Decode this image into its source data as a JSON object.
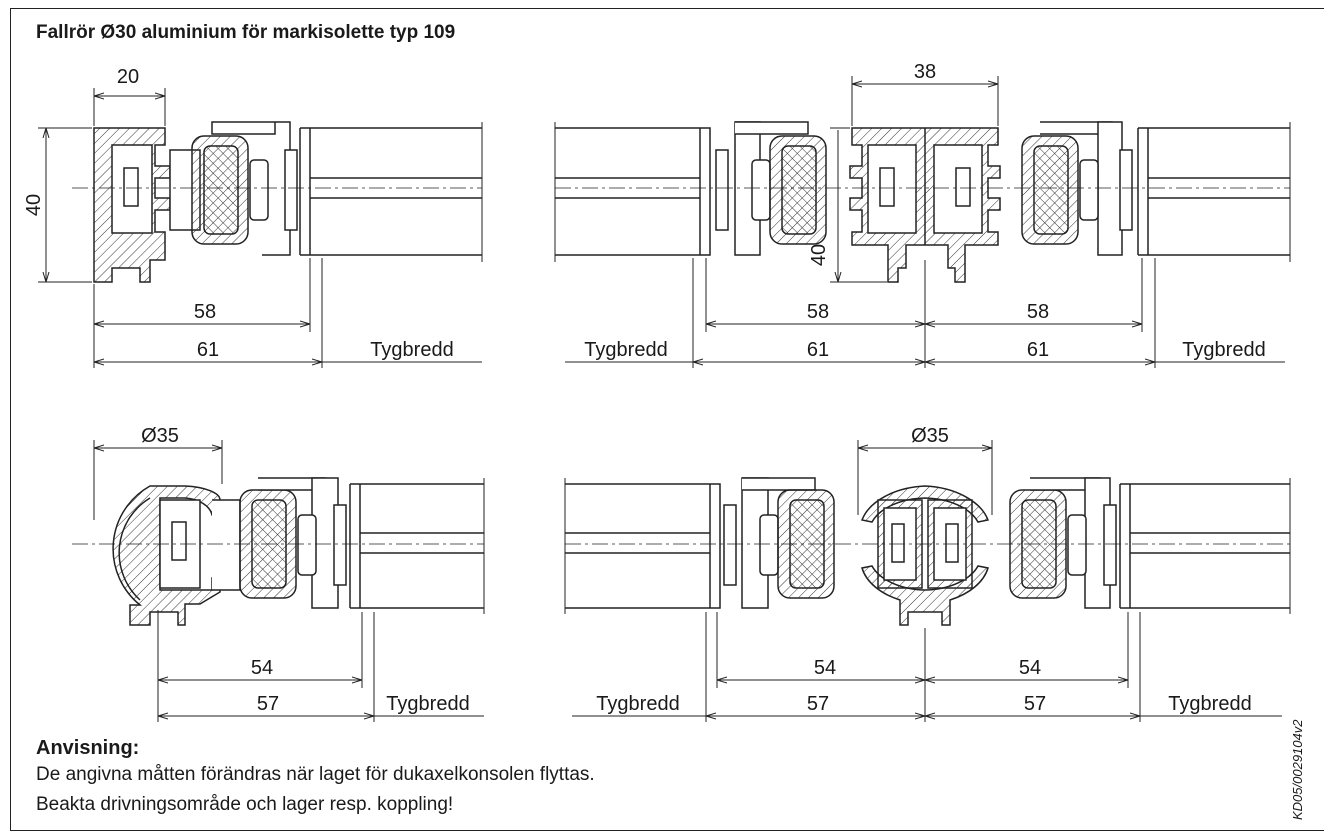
{
  "title": "Fallrör Ø30 aluminium för markisolette typ 109",
  "note": {
    "heading": "Anvisning:",
    "lines": [
      "De angivna måtten förändras när laget för dukaxelkonsolen flyttas.",
      "Beakta drivningsområde och lager resp. koppling!"
    ]
  },
  "doc_ref": "KD05/0029104v2",
  "views": {
    "top_left": {
      "d_width": "20",
      "d_height": "40",
      "d_a": "58",
      "d_b": "61",
      "d_fabric": "Tygbredd"
    },
    "top_right": {
      "d_width": "38",
      "d_height": "40",
      "d_a_left": "58",
      "d_a_right": "58",
      "d_b_left": "61",
      "d_b_right": "61",
      "d_fabric_left": "Tygbredd",
      "d_fabric_right": "Tygbredd"
    },
    "bottom_left": {
      "d_diameter": "Ø35",
      "d_a": "54",
      "d_b": "57",
      "d_fabric": "Tygbredd"
    },
    "bottom_right": {
      "d_diameter": "Ø35",
      "d_a_left": "54",
      "d_a_right": "54",
      "d_b_left": "57",
      "d_b_right": "57",
      "d_fabric_left": "Tygbredd",
      "d_fabric_right": "Tygbredd"
    }
  }
}
